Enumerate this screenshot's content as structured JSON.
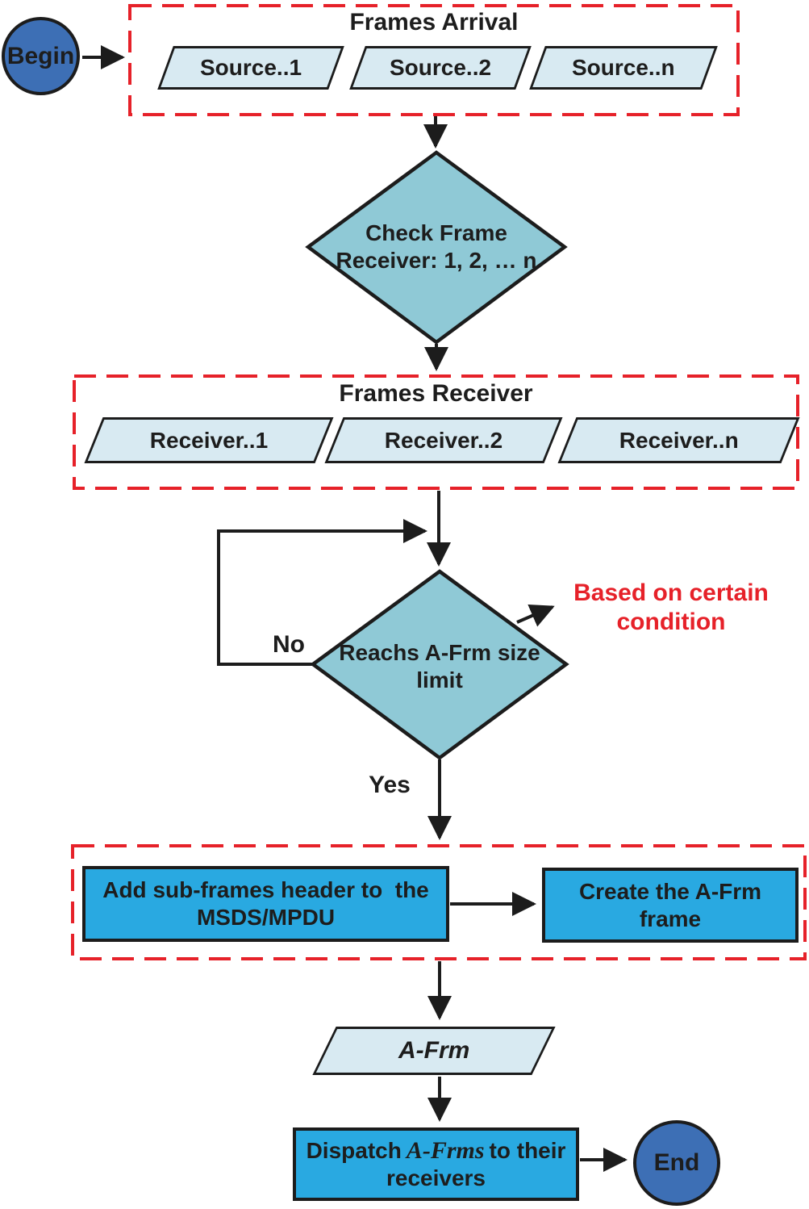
{
  "flow": {
    "begin_label": "Begin",
    "end_label": "End",
    "frames_arrival": {
      "title": "Frames Arrival",
      "sources": [
        "Source..1",
        "Source..2",
        "Source..n"
      ]
    },
    "check_frame_decision": {
      "line1": "Check Frame",
      "line2": "Receiver: 1, 2, … n"
    },
    "frames_receiver": {
      "title": "Frames Receiver",
      "receivers": [
        "Receiver..1",
        "Receiver..2",
        "Receiver..n"
      ]
    },
    "size_limit_decision": {
      "line1": "Reachs A-Frm size",
      "line2": "limit"
    },
    "no_label": "No",
    "yes_label": "Yes",
    "condition_note": {
      "line1": "Based on certain",
      "line2": "condition"
    },
    "add_header_process": {
      "line1": "Add sub-frames header to  the",
      "line2": "MSDS/MPDU"
    },
    "create_frame_process": "Create the A-Frm frame",
    "a_frm_io": "A-Frm",
    "dispatch_process": {
      "pre": "Dispatch",
      "emphasis": "A-Frms",
      "post": "to their",
      "line2": "receivers"
    }
  },
  "colors": {
    "terminal": "#3d6fb5",
    "io": "#d8eaf2",
    "decision": "#8fc9d6",
    "process": "#29a9e1",
    "accent": "#e62129",
    "stroke": "#1c1c1c",
    "text": "#1d1d1d"
  }
}
